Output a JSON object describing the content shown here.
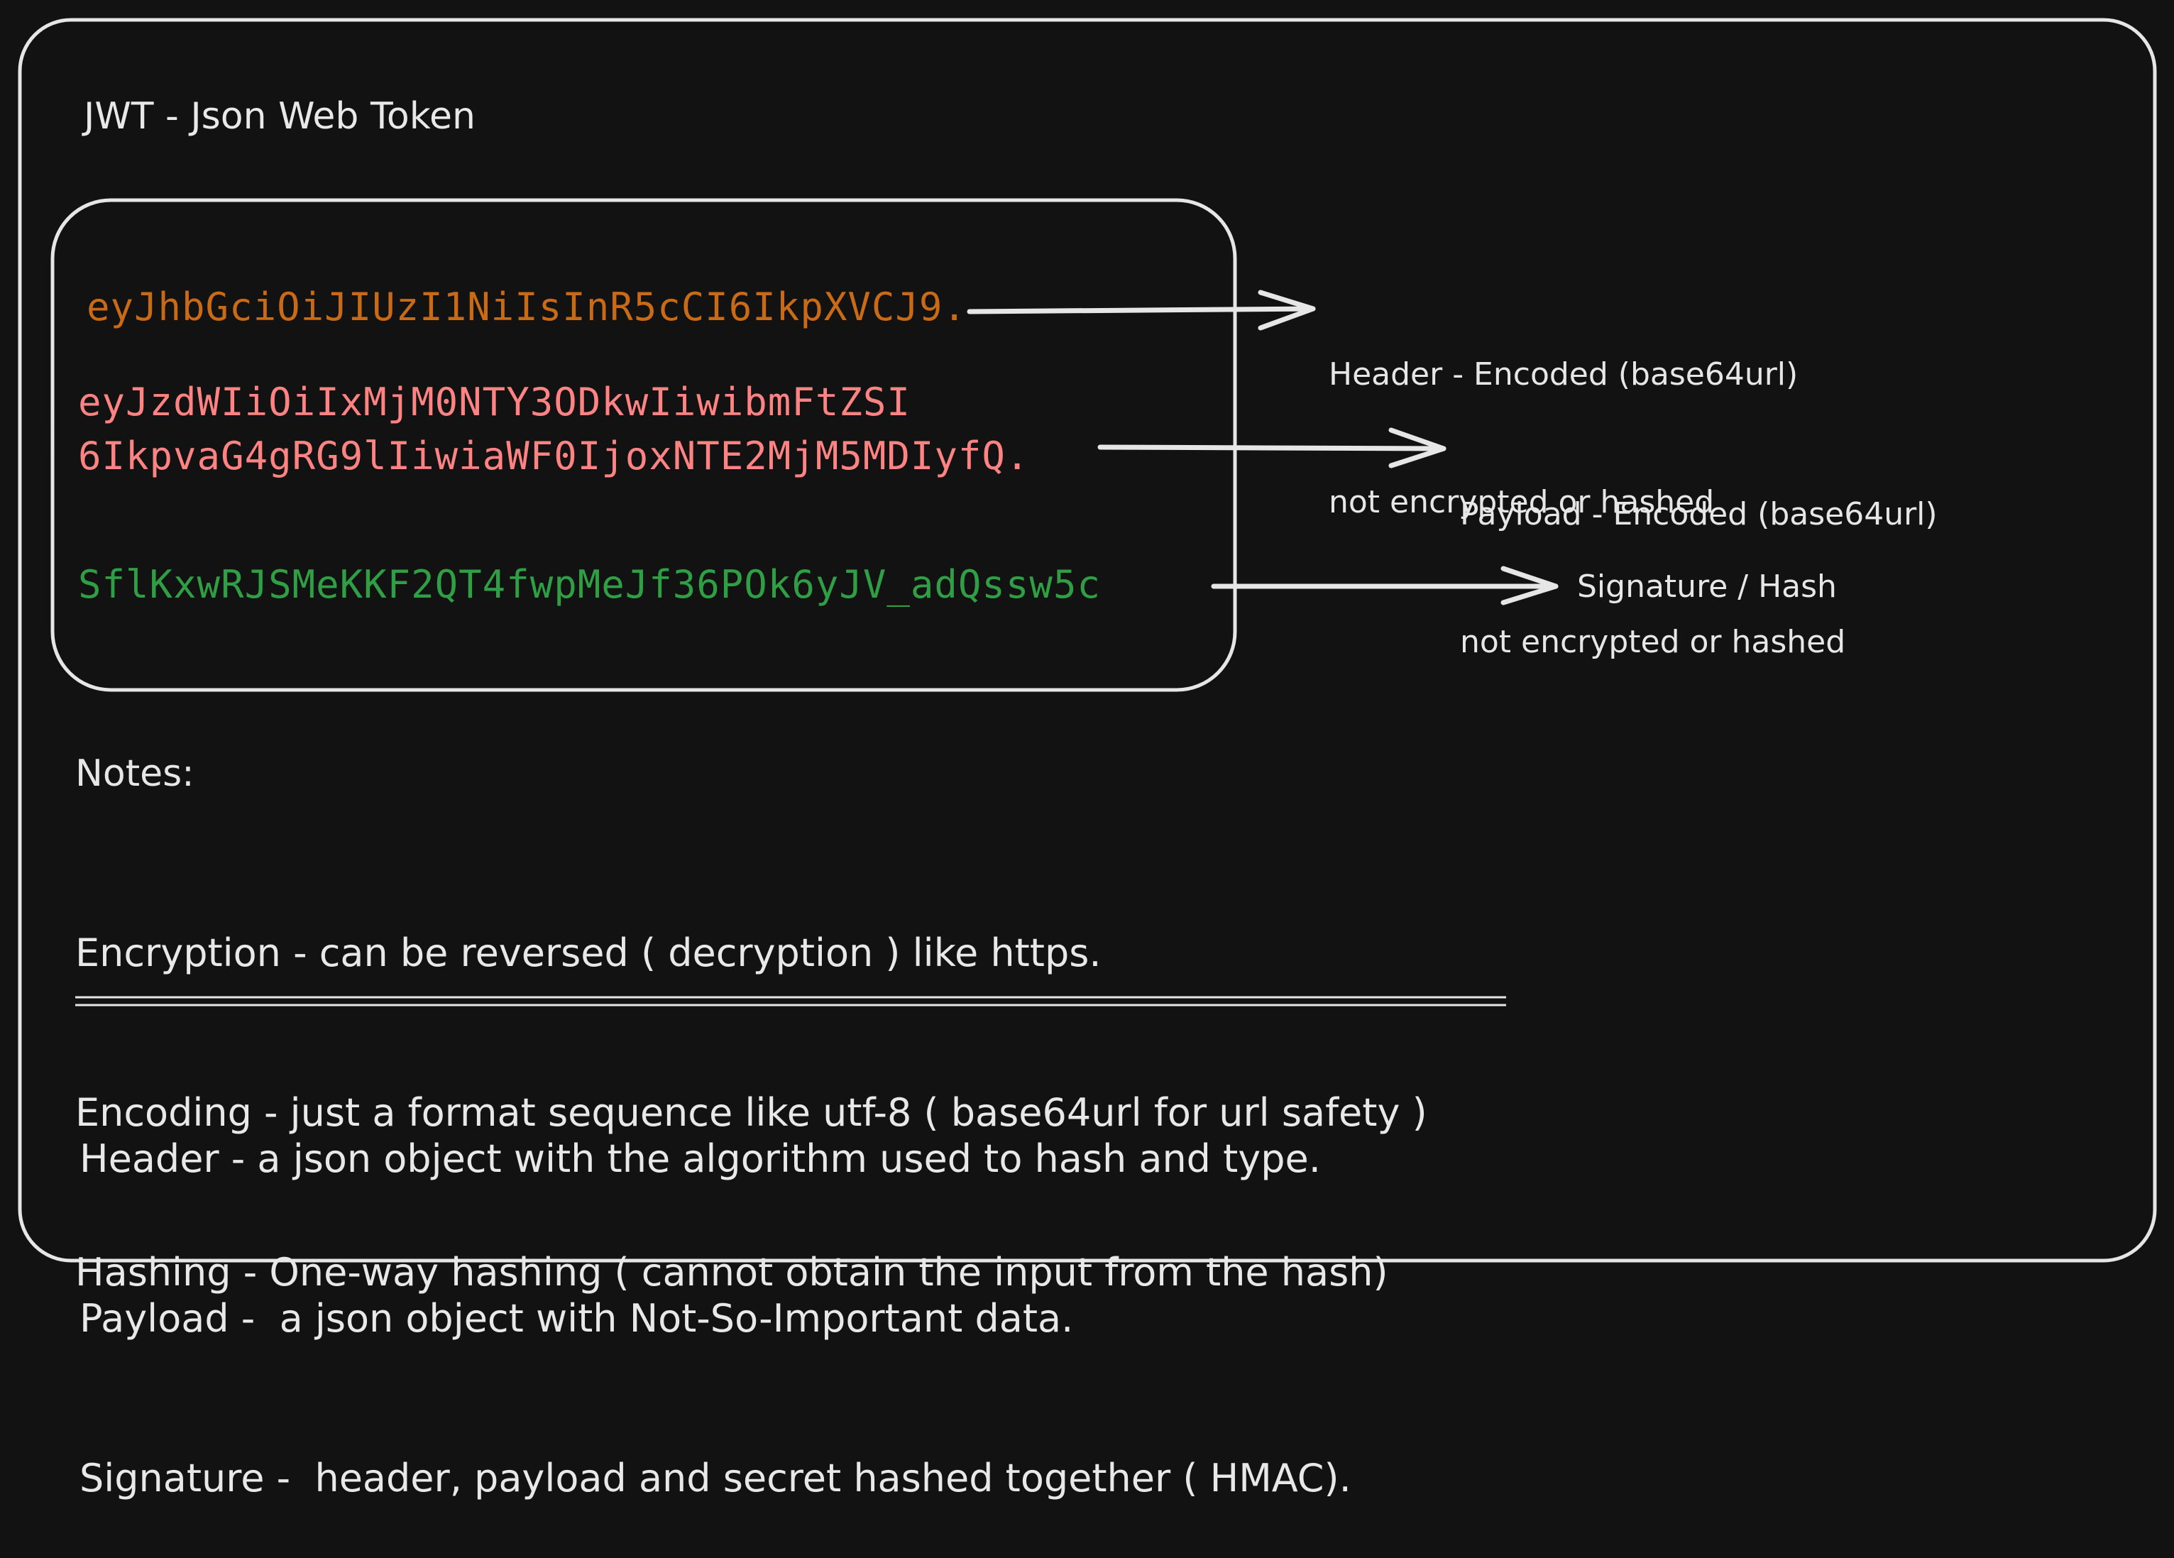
{
  "title": "JWT - Json Web Token",
  "token": {
    "header": "eyJhbGciOiJIUzI1NiIsInR5cCI6IkpXVCJ9.",
    "payload_line1": "eyJzdWIiOiIxMjM0NTY3ODkwIiwibmFtZSI",
    "payload_line2": "6IkpvaG4gRG9lIiwiaWF0IjoxNTE2MjM5MDIyfQ.",
    "signature": "SflKxwRJSMeKKF2QT4fwpMeJf36POk6yJV_adQssw5c"
  },
  "labels": {
    "header_line1": "Header - Encoded (base64url)",
    "header_line2": "not encrypted or hashed",
    "payload_line1": "Payload - Encoded (base64url)",
    "payload_line2": "not encrypted or hashed",
    "signature": "Signature / Hash"
  },
  "notes": {
    "title": "Notes:",
    "definitions": [
      "Encryption - can be reversed ( decryption ) like https.",
      "Encoding - just a format sequence like utf-8 ( base64url for url safety )",
      "Hashing - One-way hashing ( cannot obtain the input from the hash)"
    ],
    "parts": [
      "Header - a json object with the algorithm used to hash and type.",
      "Payload -  a json object with Not-So-Important data.",
      "Signature -  header, payload and secret hashed together ( HMAC)."
    ]
  },
  "colors": {
    "background": "#121212",
    "stroke": "#e6e6e6",
    "header_token": "#c96a16",
    "payload_token": "#ff8383",
    "signature_token": "#2f9e44"
  },
  "icons": {
    "arrow": "arrow-right-icon"
  }
}
